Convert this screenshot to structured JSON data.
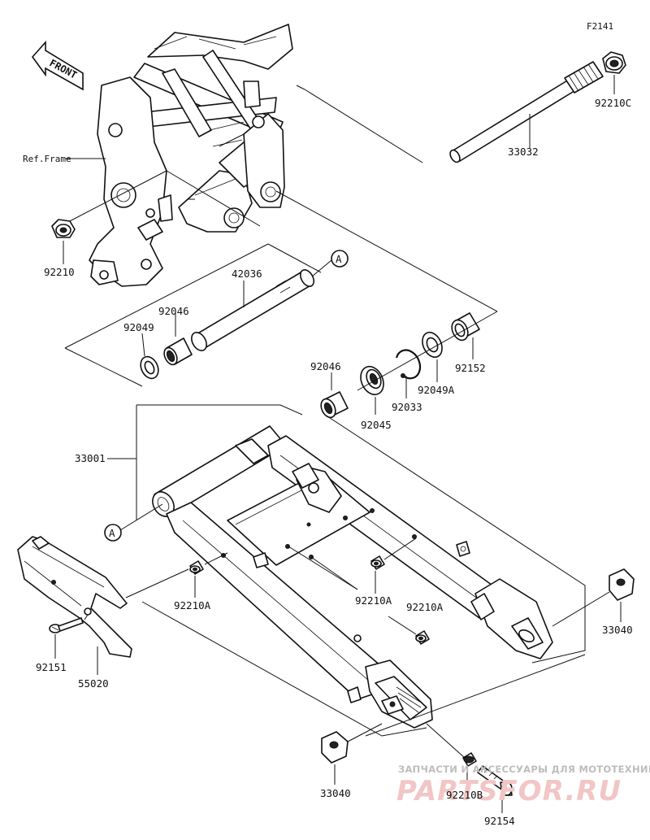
{
  "figure_code": "F2141",
  "front_label": "FRONT",
  "ref_label": "Ref.Frame",
  "callout_a": "A",
  "parts": {
    "p33032": "33032",
    "p92210C": "92210C",
    "p92210": "92210",
    "p42036": "42036",
    "p92046_left": "92046",
    "p92049": "92049",
    "p92046_center": "92046",
    "p92045": "92045",
    "p92033": "92033",
    "p92049A": "92049A",
    "p92152": "92152",
    "p33001": "33001",
    "p92210A_left": "92210A",
    "p92210A_mid": "92210A",
    "p92210A_right": "92210A",
    "p92151": "92151",
    "p55020": "55020",
    "p33040_right": "33040",
    "p33040_bottom": "33040",
    "p92210B": "92210B",
    "p92154": "92154"
  },
  "watermark": {
    "line1": "ЗАПЧАСТИ И АКСЕССУАРЫ ДЛЯ МОТОТЕХНИКИ",
    "line2": "PARTSFOR.RU"
  }
}
